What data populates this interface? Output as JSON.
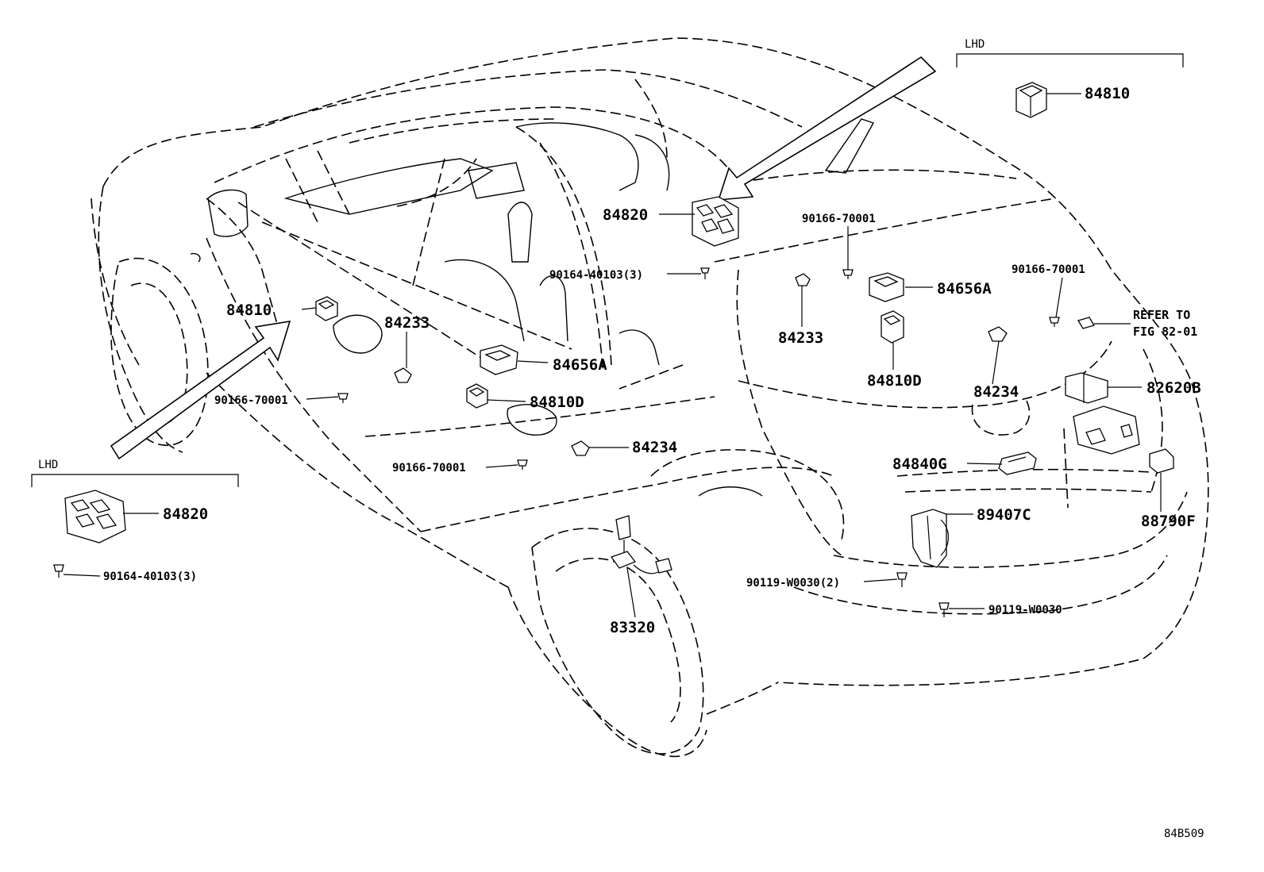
{
  "diagram_id": "84B509",
  "variant_label": "LHD",
  "parts": {
    "p84810_top": "84810",
    "p84820_main": "84820",
    "p90166_c1": "90166-70001",
    "p90164_main": "90164-40103(3)",
    "p90166_r2": "90166-70001",
    "p84656a_r": "84656A",
    "p84233_r": "84233",
    "p84810d_r": "84810D",
    "refer_to": "REFER TO",
    "refer_fig": "FIG 82-01",
    "p84234_r": "84234",
    "p82620b": "82620B",
    "p84810_left": "84810",
    "p84233_l": "84233",
    "p84656a_l": "84656A",
    "p90166_l1": "90166-70001",
    "p84810d_l": "84810D",
    "p84234_l": "84234",
    "p90166_l2": "90166-70001",
    "p84840g": "84840G",
    "p88790f": "88790F",
    "p89407c": "89407C",
    "p90119_a": "90119-W0030(2)",
    "p90119_b": "90119-W0030",
    "p83320": "83320",
    "p84820_lhd": "84820",
    "p90164_lhd": "90164-40103(3)"
  }
}
